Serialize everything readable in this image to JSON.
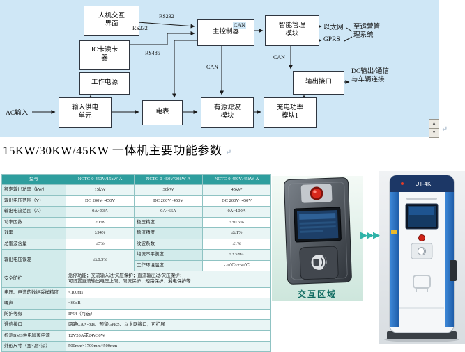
{
  "colors": {
    "diagram_bg": "#cfe7f6",
    "table_header_teal": "#2e9e9e",
    "accent_teal": "#2fb3a8",
    "pile_blue": "#2b7fd4",
    "emergency_red": "#d02418"
  },
  "diagram": {
    "boxes": {
      "hmi": "人机交互\n界面",
      "main_controller": "主控制器",
      "smart_mgmt": "智能管理\n模块",
      "ic_reader": "IC卡读卡\n器",
      "work_power": "工作电源",
      "output_port": "输出接口",
      "input_unit": "输入供电\n单元",
      "meter": "电表",
      "filter": "有源滤波\n模块",
      "charge_module": "充电功率\n模块1"
    },
    "labels": {
      "rs232_a": "RS232",
      "rs232_b": "RS232",
      "rs485": "RS485",
      "can_a": "CAN",
      "can_b": "CAN",
      "can_c": "CAN",
      "ethernet": "以太网",
      "gprs": "GPRS",
      "to_ops": "至运营管\n理系统",
      "dc_output": "DC输出/通信\n与车辆连接",
      "ac_input": "AC输入"
    }
  },
  "scrollbar": {
    "up_glyph": "▴",
    "down_glyph": "▾"
  },
  "marks": {
    "title": "↵",
    "diagram": "↵"
  },
  "section_title": "15KW/30KW/45KW 一体机主要功能参数",
  "spec_table": {
    "rows": [
      {
        "header": true,
        "cells": [
          {
            "t": "型号"
          },
          {
            "t": "NCTC-0-450V/15kW-A"
          },
          {
            "t": "NCTC-0-450V/30kW-A"
          },
          {
            "t": "NCTC-0-450V/45kW-A"
          }
        ]
      },
      {
        "cells": [
          {
            "t": "额定输出功率（kW）",
            "label": true
          },
          {
            "t": "15kW"
          },
          {
            "t": "30kW"
          },
          {
            "t": "45kW"
          }
        ]
      },
      {
        "cells": [
          {
            "t": "输出电压范围（V）",
            "label": true
          },
          {
            "t": "DC 200V~450V"
          },
          {
            "t": "DC 200V~450V"
          },
          {
            "t": "DC 200V~450V"
          }
        ]
      },
      {
        "cells": [
          {
            "t": "输出电流范围（A）",
            "label": true
          },
          {
            "t": "0A~33A"
          },
          {
            "t": "0A~66A"
          },
          {
            "t": "0A~100A"
          }
        ]
      },
      {
        "cells": [
          {
            "t": "功率因数",
            "label": true
          },
          {
            "t": "≥0.99"
          },
          {
            "t": "稳压精度",
            "label": true
          },
          {
            "t": "≤±0.5%"
          }
        ]
      },
      {
        "cells": [
          {
            "t": "效率",
            "label": true
          },
          {
            "t": "≥94%"
          },
          {
            "t": "稳流精度",
            "label": true
          },
          {
            "t": "≤±1%"
          }
        ]
      },
      {
        "cells": [
          {
            "t": "总谐波含量",
            "label": true
          },
          {
            "t": "≤5%"
          },
          {
            "t": "纹波系数",
            "label": true
          },
          {
            "t": "≤1%"
          }
        ]
      },
      {
        "cells": [
          {
            "t": "输出电压误差",
            "label": true,
            "rowspan": 2
          },
          {
            "t": "≤±0.5%",
            "rowspan": 2
          },
          {
            "t": "均流不平衡度",
            "label": true
          },
          {
            "t": "≤3.5mA"
          }
        ]
      },
      {
        "cells": [
          {
            "t": "工作环境温度",
            "label": true
          },
          {
            "t": "-20℃~+50℃"
          }
        ]
      },
      {
        "cells": [
          {
            "t": "安全防护",
            "label": true
          },
          {
            "t": "急停功能；交流输入过/欠压保护；直流输出过/欠压保护；\n可设置直流输出电压上限、限流保护、短路保护、漏电保护等",
            "colspan": 3
          }
        ]
      },
      {
        "cells": [
          {
            "t": "电压、电流的数据采样精度",
            "label": true
          },
          {
            "t": "<100ms",
            "colspan": 3
          }
        ]
      },
      {
        "cells": [
          {
            "t": "噪声",
            "label": true
          },
          {
            "t": "<60dB",
            "colspan": 3
          }
        ]
      },
      {
        "cells": [
          {
            "t": "防护等级",
            "label": true
          },
          {
            "t": "IP54（可选）",
            "colspan": 3
          }
        ]
      },
      {
        "cells": [
          {
            "t": "通信接口",
            "label": true
          },
          {
            "t": "两路CAN-bus、预留GPRS、以太网接口，可扩展",
            "colspan": 3
          }
        ]
      },
      {
        "cells": [
          {
            "t": "检测BMS供电隔离电源",
            "label": true
          },
          {
            "t": "12V20A或24V30W",
            "colspan": 3
          }
        ]
      },
      {
        "cells": [
          {
            "t": "外形尺寸（宽×高×深）",
            "label": true
          },
          {
            "t": "500mm×1700mm×500mm",
            "colspan": 3
          }
        ]
      }
    ]
  },
  "photos": {
    "interaction_caption": "交互区域",
    "brand": "UT-4K",
    "chevrons": "▶▶▶"
  }
}
